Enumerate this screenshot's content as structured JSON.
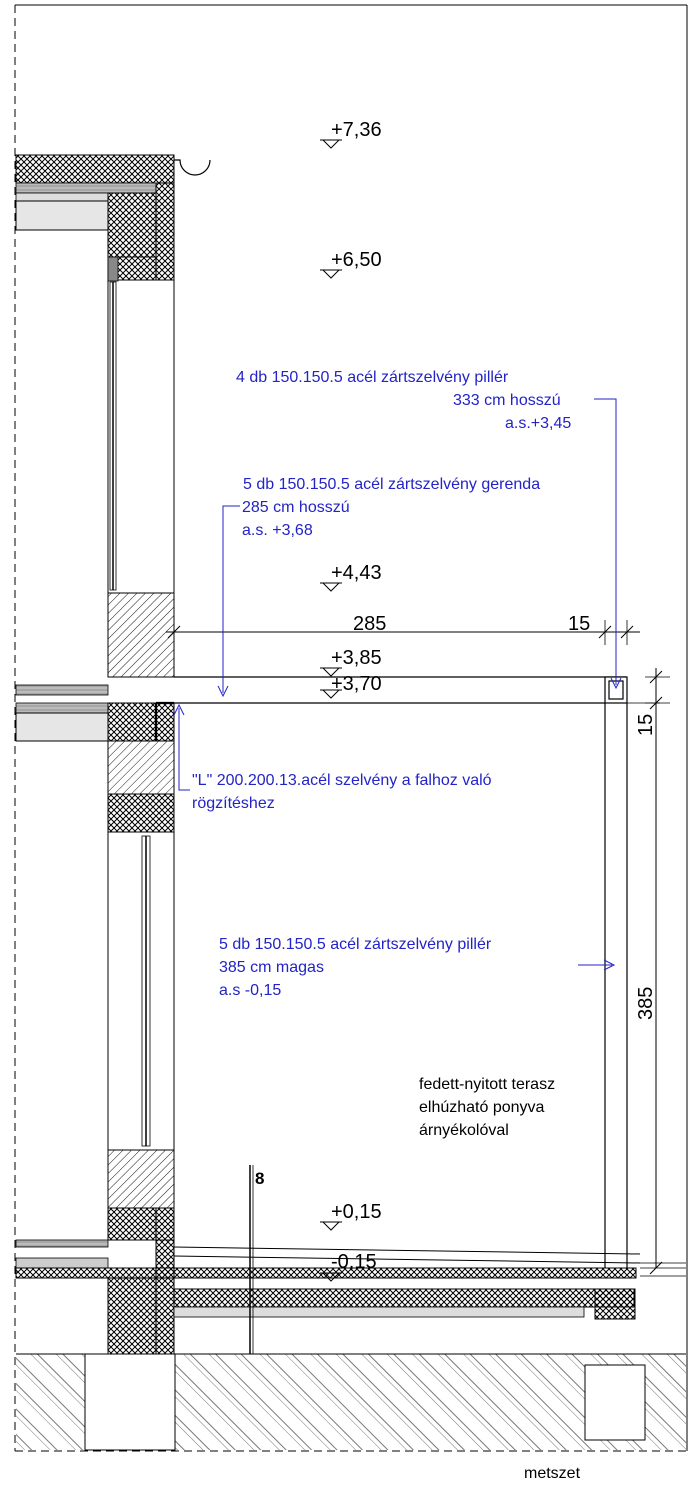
{
  "levels": {
    "l736": "+7,36",
    "l650": "+6,50",
    "l443": "+4,43",
    "l385": "+3,85",
    "l370": "+3,70",
    "l015p": "+0,15",
    "l015m": "-0,15"
  },
  "dimensions": {
    "d285": "285",
    "d15_top": "15",
    "d15_side": "15",
    "d385": "385"
  },
  "section_mark": "8",
  "caption": "metszet",
  "notes": {
    "column_top": {
      "line1": "4 db 150.150.5 acél zártszelvény pillér",
      "line2": "333 cm hosszú",
      "line3": "a.s.+3,45"
    },
    "beam": {
      "line1": "5 db 150.150.5 acél zártszelvény gerenda",
      "line2": "285 cm hosszú",
      "line3": "a.s. +3,68"
    },
    "angle": {
      "line1": "\"L\" 200.200.13.acél szelvény a falhoz való",
      "line2": "rögzítéshez"
    },
    "column_main": {
      "line1": "5 db 150.150.5 acél zártszelvény pillér",
      "line2": "385 cm magas",
      "line3": "a.s -0,15"
    }
  },
  "terrace": {
    "line1": "fedett-nyitott terasz",
    "line2": "elhúzható ponyva",
    "line3": "árnyékolóval"
  },
  "colors": {
    "annotation": "#2323c8",
    "line": "#000000"
  }
}
